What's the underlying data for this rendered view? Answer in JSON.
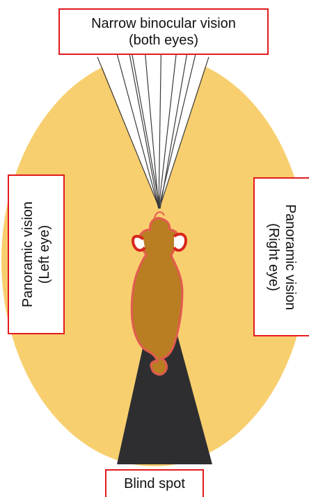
{
  "labels": {
    "binocular": {
      "line1": "Narrow binocular vision",
      "line2": "(both eyes)"
    },
    "left_eye": {
      "line1": "Panoramic vision",
      "line2": "(Left eye)"
    },
    "right_eye": {
      "line1": "Panoramic vision",
      "line2": "(Right eye)"
    },
    "blind_spot": {
      "line1": "Blind spot"
    }
  },
  "colors": {
    "panoramic_field": "#f8cf6f",
    "blind_spot": "#2e2e30",
    "animal_body": "#b97d22",
    "animal_outline": "#e25b4f",
    "label_border": "#e3191c",
    "sight_lines": "#3a3a3a"
  }
}
